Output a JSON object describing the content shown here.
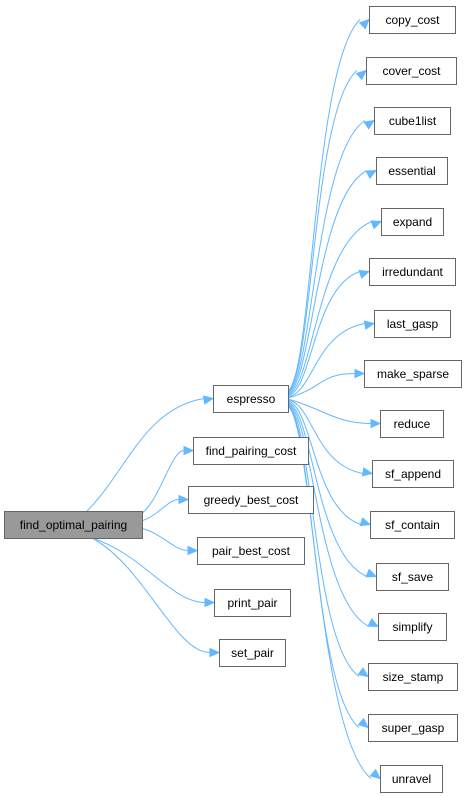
{
  "graph": {
    "root": "find_optimal_pairing",
    "colors": {
      "root_fill": "#999999",
      "node_fill": "#ffffff",
      "node_border": "#666666",
      "edge": "#63b8ff",
      "text": "#000000"
    },
    "nodes": [
      {
        "id": "find_optimal_pairing",
        "label": "find_optimal_pairing"
      },
      {
        "id": "espresso",
        "label": "espresso"
      },
      {
        "id": "find_pairing_cost",
        "label": "find_pairing_cost"
      },
      {
        "id": "greedy_best_cost",
        "label": "greedy_best_cost"
      },
      {
        "id": "pair_best_cost",
        "label": "pair_best_cost"
      },
      {
        "id": "print_pair",
        "label": "print_pair"
      },
      {
        "id": "set_pair",
        "label": "set_pair"
      },
      {
        "id": "copy_cost",
        "label": "copy_cost"
      },
      {
        "id": "cover_cost",
        "label": "cover_cost"
      },
      {
        "id": "cube1list",
        "label": "cube1list"
      },
      {
        "id": "essential",
        "label": "essential"
      },
      {
        "id": "expand",
        "label": "expand"
      },
      {
        "id": "irredundant",
        "label": "irredundant"
      },
      {
        "id": "last_gasp",
        "label": "last_gasp"
      },
      {
        "id": "make_sparse",
        "label": "make_sparse"
      },
      {
        "id": "reduce",
        "label": "reduce"
      },
      {
        "id": "sf_append",
        "label": "sf_append"
      },
      {
        "id": "sf_contain",
        "label": "sf_contain"
      },
      {
        "id": "sf_save",
        "label": "sf_save"
      },
      {
        "id": "simplify",
        "label": "simplify"
      },
      {
        "id": "size_stamp",
        "label": "size_stamp"
      },
      {
        "id": "super_gasp",
        "label": "super_gasp"
      },
      {
        "id": "unravel",
        "label": "unravel"
      }
    ],
    "edges": [
      [
        "find_optimal_pairing",
        "espresso"
      ],
      [
        "find_optimal_pairing",
        "find_pairing_cost"
      ],
      [
        "find_optimal_pairing",
        "greedy_best_cost"
      ],
      [
        "find_optimal_pairing",
        "pair_best_cost"
      ],
      [
        "find_optimal_pairing",
        "print_pair"
      ],
      [
        "find_optimal_pairing",
        "set_pair"
      ],
      [
        "espresso",
        "copy_cost"
      ],
      [
        "espresso",
        "cover_cost"
      ],
      [
        "espresso",
        "cube1list"
      ],
      [
        "espresso",
        "essential"
      ],
      [
        "espresso",
        "expand"
      ],
      [
        "espresso",
        "irredundant"
      ],
      [
        "espresso",
        "last_gasp"
      ],
      [
        "espresso",
        "make_sparse"
      ],
      [
        "espresso",
        "reduce"
      ],
      [
        "espresso",
        "sf_append"
      ],
      [
        "espresso",
        "sf_contain"
      ],
      [
        "espresso",
        "sf_save"
      ],
      [
        "espresso",
        "simplify"
      ],
      [
        "espresso",
        "size_stamp"
      ],
      [
        "espresso",
        "super_gasp"
      ],
      [
        "espresso",
        "unravel"
      ]
    ]
  }
}
